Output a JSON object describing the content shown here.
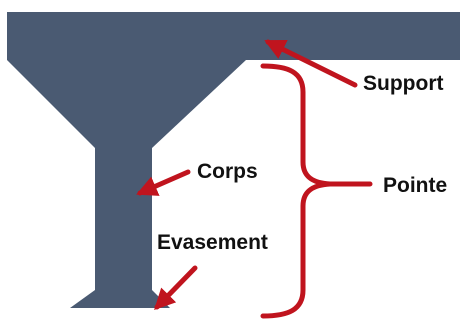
{
  "labels": {
    "support": "Support",
    "corps": "Corps",
    "evasement": "Evasement",
    "pointe": "Pointe"
  },
  "colors": {
    "shape": "#4a5a72",
    "annotation": "#c0141e",
    "text": "#111111",
    "background": "#ffffff"
  }
}
